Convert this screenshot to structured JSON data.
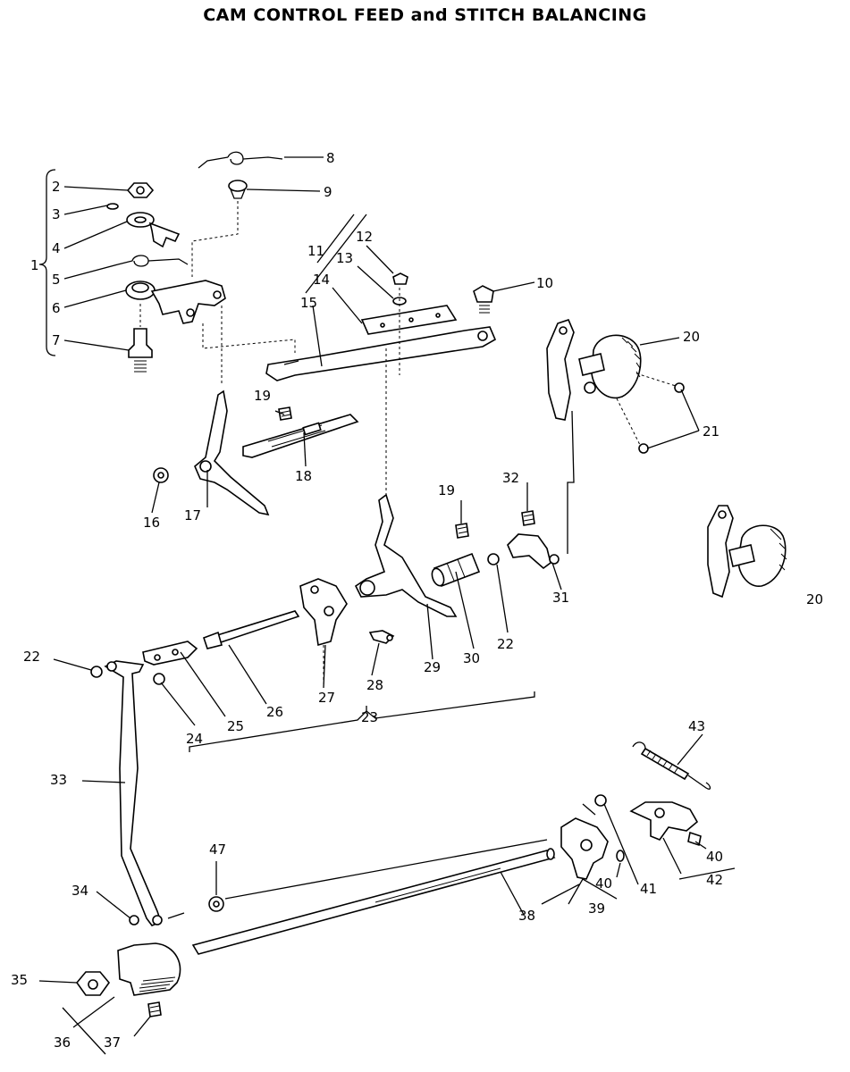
{
  "title": "CAM CONTROL FEED and STITCH BALANCING",
  "labels": {
    "l1": "1",
    "l2": "2",
    "l3": "3",
    "l4": "4",
    "l5": "5",
    "l6": "6",
    "l7": "7",
    "l8": "8",
    "l9": "9",
    "l10": "10",
    "l11": "11",
    "l12": "12",
    "l13": "13",
    "l14": "14",
    "l15": "15",
    "l16": "16",
    "l17": "17",
    "l18": "18",
    "l19a": "19",
    "l19b": "19",
    "l20a": "20",
    "l20b": "20",
    "l21": "21",
    "l22a": "22",
    "l22b": "22",
    "l23": "23",
    "l24": "24",
    "l25": "25",
    "l26": "26",
    "l27": "27",
    "l28": "28",
    "l29": "29",
    "l30": "30",
    "l31": "31",
    "l32": "32",
    "l33": "33",
    "l34": "34",
    "l35": "35",
    "l36": "36",
    "l37": "37",
    "l38": "38",
    "l39": "39",
    "l40a": "40",
    "l40b": "40",
    "l41": "41",
    "l42": "42",
    "l43": "43",
    "l47": "47"
  }
}
